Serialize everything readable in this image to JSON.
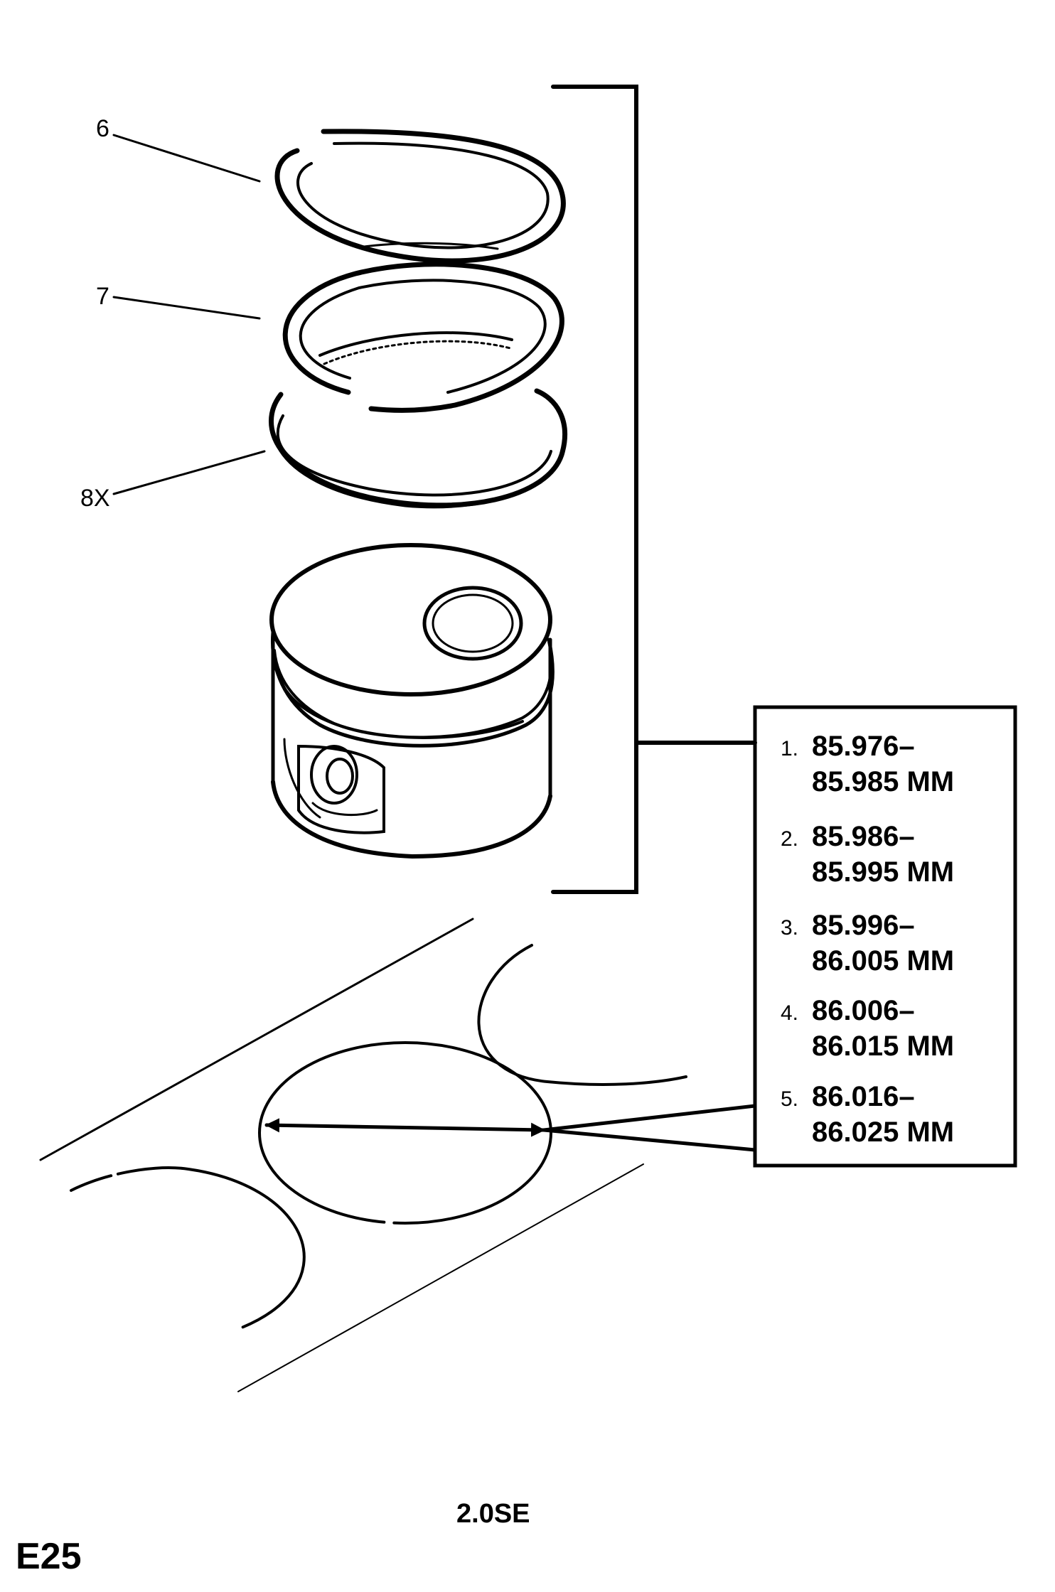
{
  "callouts": {
    "ring_top": "6",
    "ring_second": "7",
    "ring_oil": "8X"
  },
  "size_table": [
    {
      "num": "1.",
      "line1": "85.976–",
      "line2": "85.985 MM"
    },
    {
      "num": "2.",
      "line1": "85.986–",
      "line2": "85.995 MM"
    },
    {
      "num": "3.",
      "line1": "85.996–",
      "line2": "86.005 MM"
    },
    {
      "num": "4.",
      "line1": "86.006–",
      "line2": "86.015 MM"
    },
    {
      "num": "5.",
      "line1": "86.016–",
      "line2": "86.025 MM"
    }
  ],
  "footer": {
    "page_code": "E25",
    "engine": "2.0SE"
  }
}
